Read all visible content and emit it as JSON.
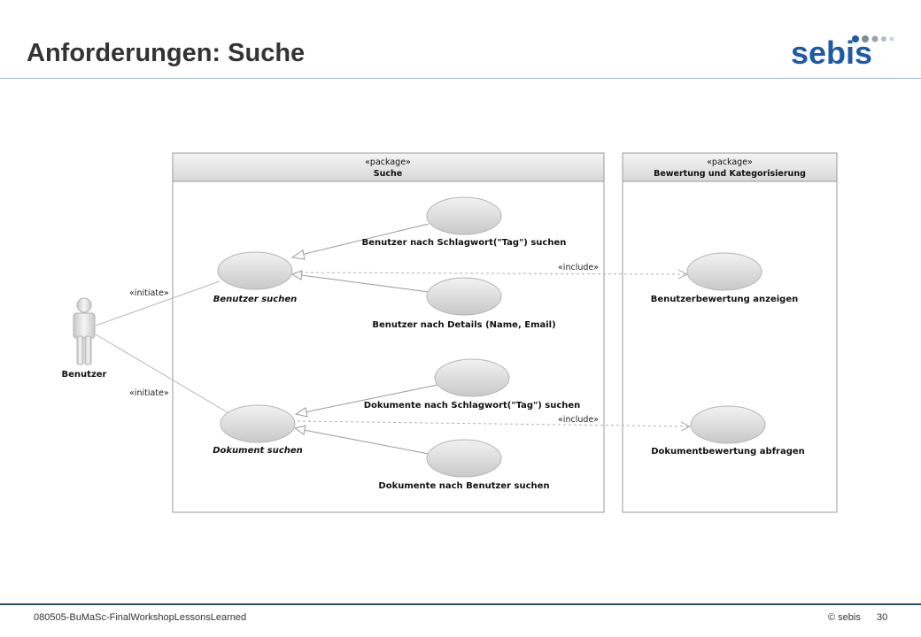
{
  "slide": {
    "title": "Anforderungen: Suche",
    "logo_text": "sebis"
  },
  "footer": {
    "left": "080505-BuMaSc-FinalWorkshopLessonsLearned",
    "copyright": "© sebis",
    "page": "30"
  },
  "diagram": {
    "packages": [
      {
        "stereotype": "«package»",
        "name": "Suche"
      },
      {
        "stereotype": "«package»",
        "name": "Bewertung und Kategorisierung"
      }
    ],
    "actor": {
      "name": "Benutzer"
    },
    "use_cases": {
      "benutzer_suchen": "Benutzer suchen",
      "benutzer_tag": "Benutzer nach Schlagwort(\"Tag\") suchen",
      "benutzer_details": "Benutzer nach Details (Name, Email)",
      "dokument_suchen": "Dokument suchen",
      "dokumente_tag": "Dokumente nach Schlagwort(\"Tag\") suchen",
      "dokumente_benutzer": "Dokumente nach Benutzer suchen",
      "benutzerbewertung": "Benutzerbewertung anzeigen",
      "dokumentbewertung": "Dokumentbewertung abfragen"
    },
    "stereotypes": {
      "initiate_1": "«initiate»",
      "initiate_2": "«initiate»",
      "include_1": "«include»",
      "include_2": "«include»"
    }
  },
  "colors": {
    "title": "#333333",
    "logo_blue": "#1f5aa6",
    "logo_dots": "#9aa3ad",
    "rule": "#2f4e64"
  }
}
